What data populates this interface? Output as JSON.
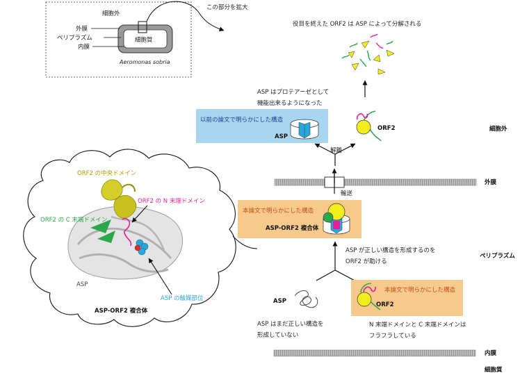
{
  "inset": {
    "extracellular": "細胞外",
    "outer_membrane": "外膜",
    "periplasm": "ペリプラズム",
    "inner_membrane": "内膜",
    "cytoplasm": "細胞質",
    "species": "Aeromonas sobria"
  },
  "zoom_note": "この部分を拡大",
  "degraded_note": "役目を終えた ORF2 は ASP によって分解される",
  "protease_note": [
    "ASP はプロテアーゼとして",
    "機能出来るようになった"
  ],
  "previous_box": {
    "title": "以前の論文で明らかにした構造",
    "label": "ASP"
  },
  "orf2_free_label": "ORF2",
  "dissociation": "解離",
  "transport": "輸送",
  "current_box": {
    "title": "本論文で明らかにした構造",
    "label": "ASP-ORF2 複合体"
  },
  "folding_note": [
    "ASP が正しい構造を形成するのを",
    "ORF2 が助ける"
  ],
  "asp_unfolded": {
    "label": "ASP",
    "note": [
      "ASP はまだ正しい構造を",
      "形成していない"
    ]
  },
  "orf2_box": {
    "title": "本論文で明らかにした構造",
    "label": "ORF2"
  },
  "orf2_note": [
    "N 末端ドメインと C 末端ドメインは",
    "フラフラしている"
  ],
  "zones": {
    "extracellular": "細胞外",
    "outer_membrane": "外膜",
    "periplasm": "ペリプラズム",
    "inner_membrane": "内膜",
    "cytoplasm": "細胞質"
  },
  "bubble": {
    "central_domain": "ORF2 の中央ドメイン",
    "n_domain": "ORF2 の N 末端ドメイン",
    "c_domain": "ORF2 の C 末端ドメイン",
    "asp": "ASP",
    "catalytic_site": "ASP の触媒部位",
    "complex": "ASP-ORF2 複合体"
  },
  "colors": {
    "blue_box": "#a8d6f0",
    "orange_box": "#f7c98a",
    "orf2_yellow": "#f2ee1e",
    "n_term_magenta": "#e21e9a",
    "c_term_green": "#2aa84a",
    "central_olive": "#a8a000",
    "catalytic_blue": "#2aa6d8"
  }
}
